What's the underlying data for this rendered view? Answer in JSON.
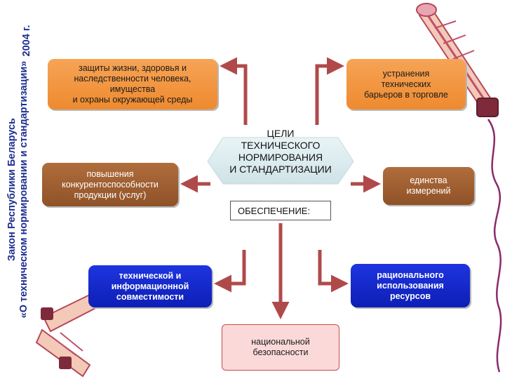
{
  "sidebar": {
    "line1": "Закон Республики Беларусь",
    "line2": "«О техническом нормировании и стандартизации»",
    "year": "2004 г."
  },
  "center": {
    "title_l1": "ЦЕЛИ",
    "title_l2": "ТЕХНИЧЕСКОГО",
    "title_l3": "НОРМИРОВАНИЯ",
    "title_l4": "И СТАНДАРТИЗАЦИИ",
    "support_label": "ОБЕСПЕЧЕНИЕ:"
  },
  "goals": {
    "protection": {
      "l1": "защиты жизни, здоровья и",
      "l2": "наследственности человека,",
      "l3": "имущества",
      "l4": "и охраны окружающей среды"
    },
    "barriers": {
      "l1": "устранения",
      "l2": "технических",
      "l3": "барьеров в торговле"
    },
    "competitiveness": {
      "l1": "повышения",
      "l2": "конкурентоспособности",
      "l3": "продукции (услуг)"
    },
    "measurement": {
      "l1": "единства измерений"
    },
    "compatibility": {
      "l1": "технической и",
      "l2": "информационной",
      "l3": "совместимости"
    },
    "resources": {
      "l1": "рационального",
      "l2": "использования",
      "l3": "ресурсов"
    },
    "security": {
      "l1": "национальной",
      "l2": "безопасности"
    }
  },
  "colors": {
    "orange": "#ee8a2f",
    "brown": "#8f5228",
    "blue": "#0d1fb5",
    "pink": "#fbd9d9",
    "arrow": "#b04a4a",
    "sidebar_text": "#1f2f8f"
  },
  "icons": [
    "scroll-icon-top-right",
    "scroll-icon-bottom-left",
    "curly-line-icon-right"
  ]
}
